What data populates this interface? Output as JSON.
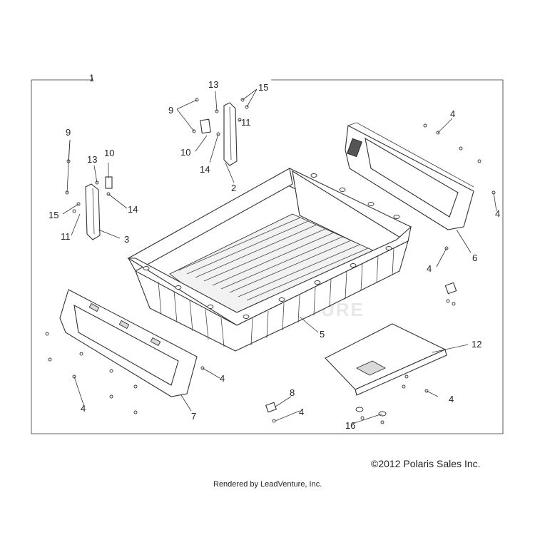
{
  "callouts": {
    "c1": "1",
    "c2": "2",
    "c3": "3",
    "c4a": "4",
    "c4b": "4",
    "c4c": "4",
    "c4d": "4",
    "c4e": "4",
    "c4f": "4",
    "c4g": "4",
    "c5": "5",
    "c6": "6",
    "c7": "7",
    "c8": "8",
    "c9a": "9",
    "c9b": "9",
    "c10a": "10",
    "c10b": "10",
    "c11a": "11",
    "c11b": "11",
    "c12": "12",
    "c13a": "13",
    "c13b": "13",
    "c14a": "14",
    "c14b": "14",
    "c15a": "15",
    "c15b": "15",
    "c16": "16"
  },
  "watermark": "ENTURE",
  "footer": {
    "copyright": "©2012 Polaris Sales Inc.",
    "rendered_by": "Rendered by LeadVenture, Inc."
  }
}
